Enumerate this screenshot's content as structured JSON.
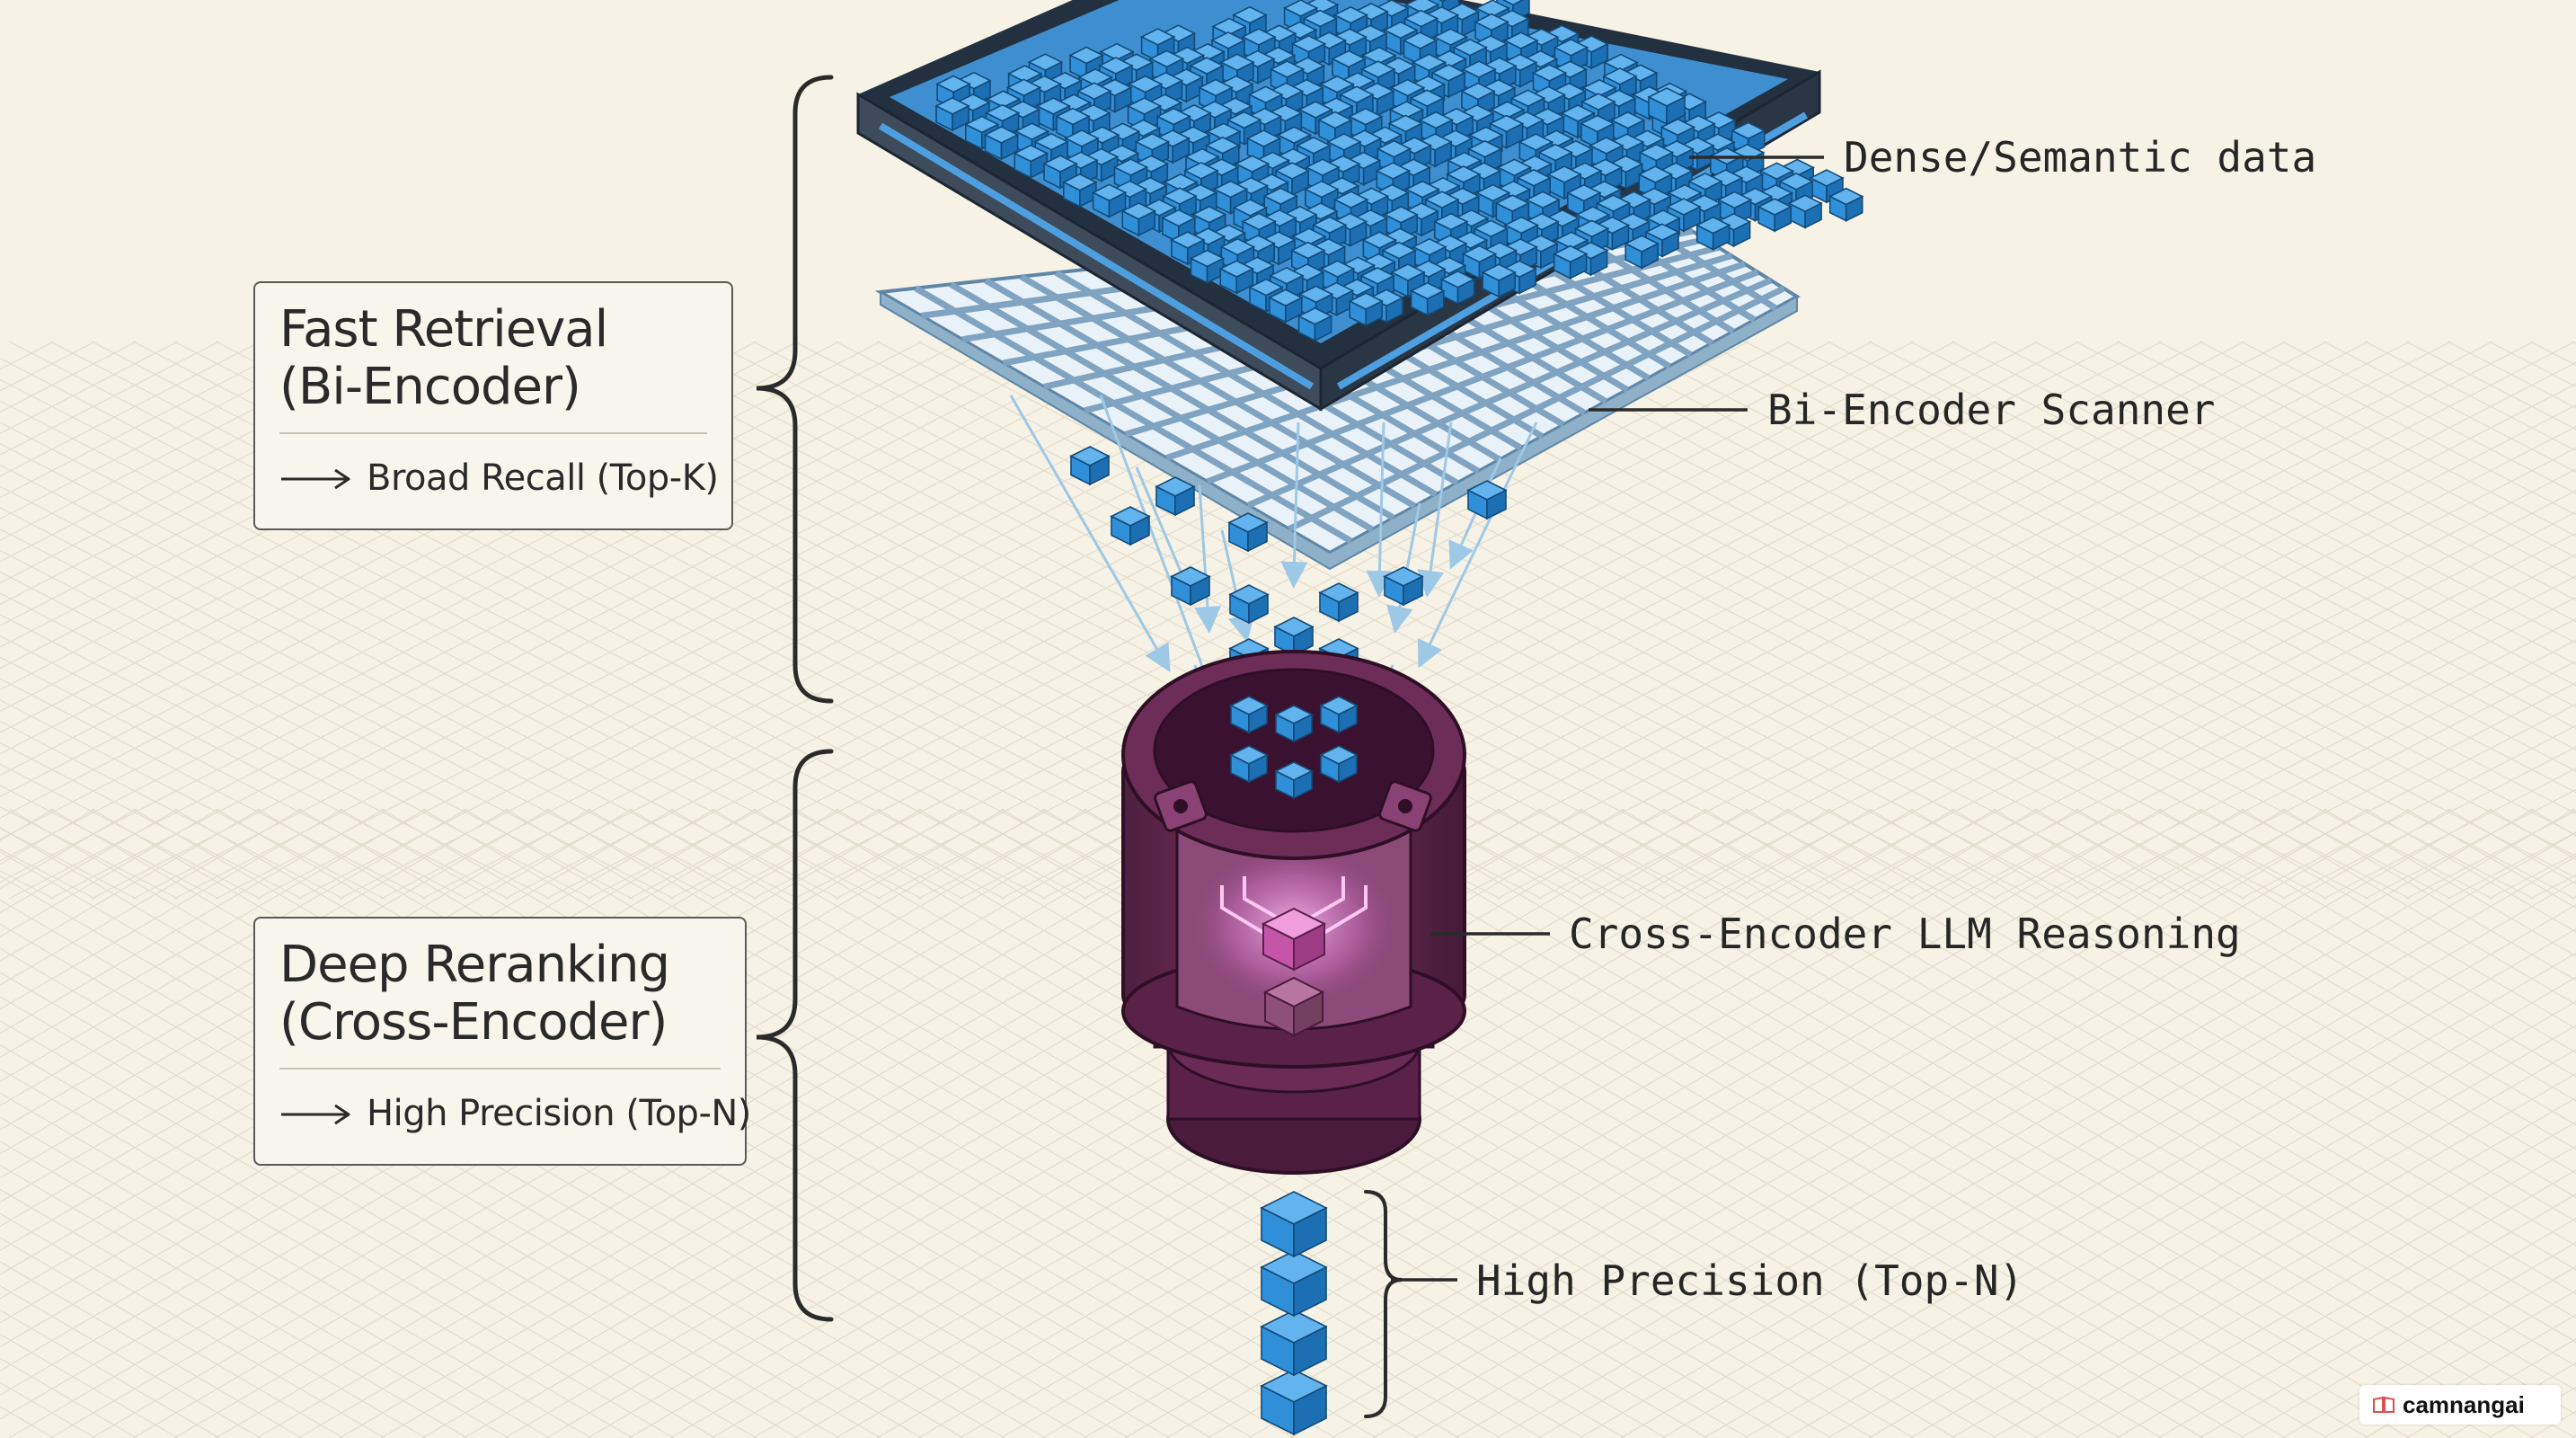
{
  "stages": [
    {
      "title_line1": "Fast Retrieval",
      "title_line2": "(Bi-Encoder)",
      "subtitle": "Broad Recall (Top-K)"
    },
    {
      "title_line1": "Deep Reranking",
      "title_line2": "(Cross-Encoder)",
      "subtitle": "High Precision (Top-N)"
    }
  ],
  "callouts": {
    "dense_data": "Dense/Semantic data",
    "scanner": "Bi-Encoder Scanner",
    "cross_encoder": "Cross-Encoder LLM Reasoning",
    "output": "High Precision (Top-N)"
  },
  "watermark": {
    "text": "camnangai"
  },
  "colors": {
    "background": "#f6f2e6",
    "cube_blue": "#2f8fd8",
    "tray_dark": "#2f3b48",
    "scanner_grid": "#cfe2f1",
    "reranker_purple": "#6e2f58",
    "glow_magenta": "#d76fc9",
    "flow_arrows": "#9dc8e6"
  }
}
